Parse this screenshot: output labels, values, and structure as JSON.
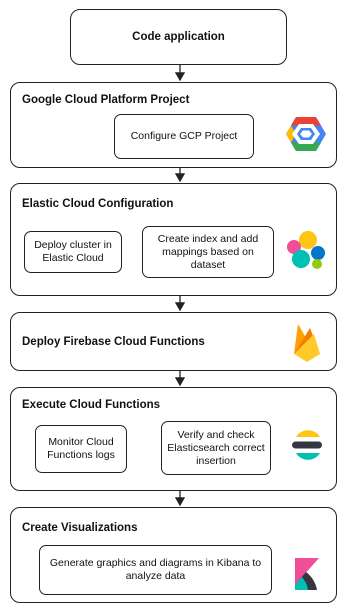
{
  "top_step": {
    "label": "Code application"
  },
  "sections": [
    {
      "title": "Google Cloud Platform Project",
      "steps": [
        "Configure GCP Project"
      ],
      "logo": "google-cloud-icon"
    },
    {
      "title": "Elastic Cloud Configuration",
      "steps": [
        "Deploy cluster in Elastic Cloud",
        "Create index and add mappings based on dataset"
      ],
      "logo": "elastic-icon"
    },
    {
      "title": "Deploy Firebase Cloud Functions",
      "steps": [],
      "logo": "firebase-icon"
    },
    {
      "title": "Execute Cloud Functions",
      "steps": [
        "Monitor Cloud Functions logs",
        "Verify and check Elasticsearch correct insertion"
      ],
      "logo": "elasticsearch-icon"
    },
    {
      "title": "Create Visualizations",
      "steps": [
        "Generate graphics and diagrams in Kibana to analyze data"
      ],
      "logo": "kibana-icon"
    }
  ]
}
